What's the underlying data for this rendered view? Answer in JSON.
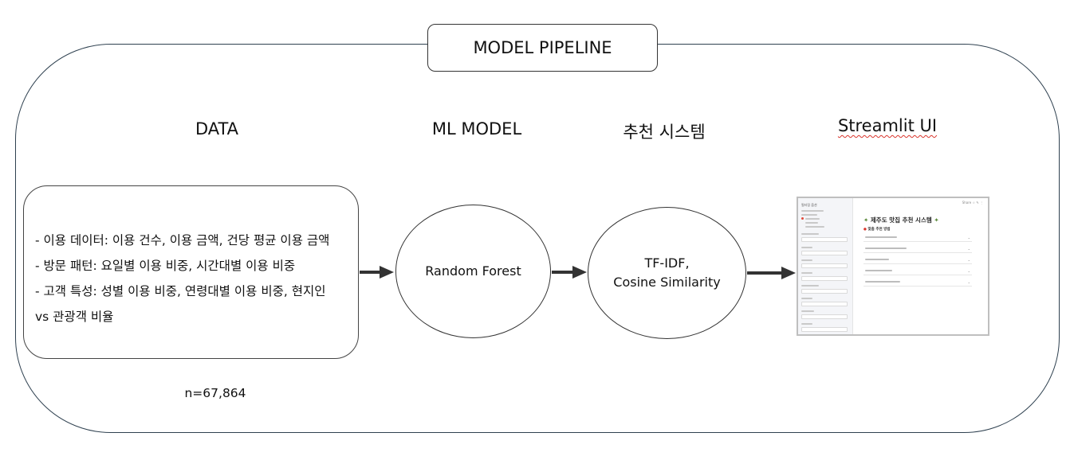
{
  "diagram": {
    "title": "MODEL PIPELINE",
    "stages": {
      "data": "DATA",
      "ml_model": "ML MODEL",
      "recommender": "추천 시스템",
      "ui": "Streamlit UI"
    },
    "data_box": {
      "lines": [
        "- 이용 데이터: 이용 건수, 이용 금액, 건당 평균 이용 금액",
        "- 방문 패턴: 요일별 이용 비중, 시간대별 이용 비중",
        "- 고객 특성: 성별 이용 비중, 연령대별 이용 비중, 현지인",
        "vs 관광객 비율"
      ]
    },
    "sample_count": "n=67,864",
    "nodes": {
      "model": "Random Forest",
      "similarity_line1": "TF-IDF,",
      "similarity_line2": "Cosine Similarity"
    },
    "ui_preview": {
      "app_title": "제주도 맛집 추천 시스템",
      "section_title": "맞춤 추천 방법",
      "side_title": "필터링 옵션",
      "top_menu": "Share  ☆  ✎  ⋮"
    },
    "colors": {
      "outline": "#2f4150",
      "arrow": "#333333",
      "spellcheck": "#d9342b"
    }
  }
}
